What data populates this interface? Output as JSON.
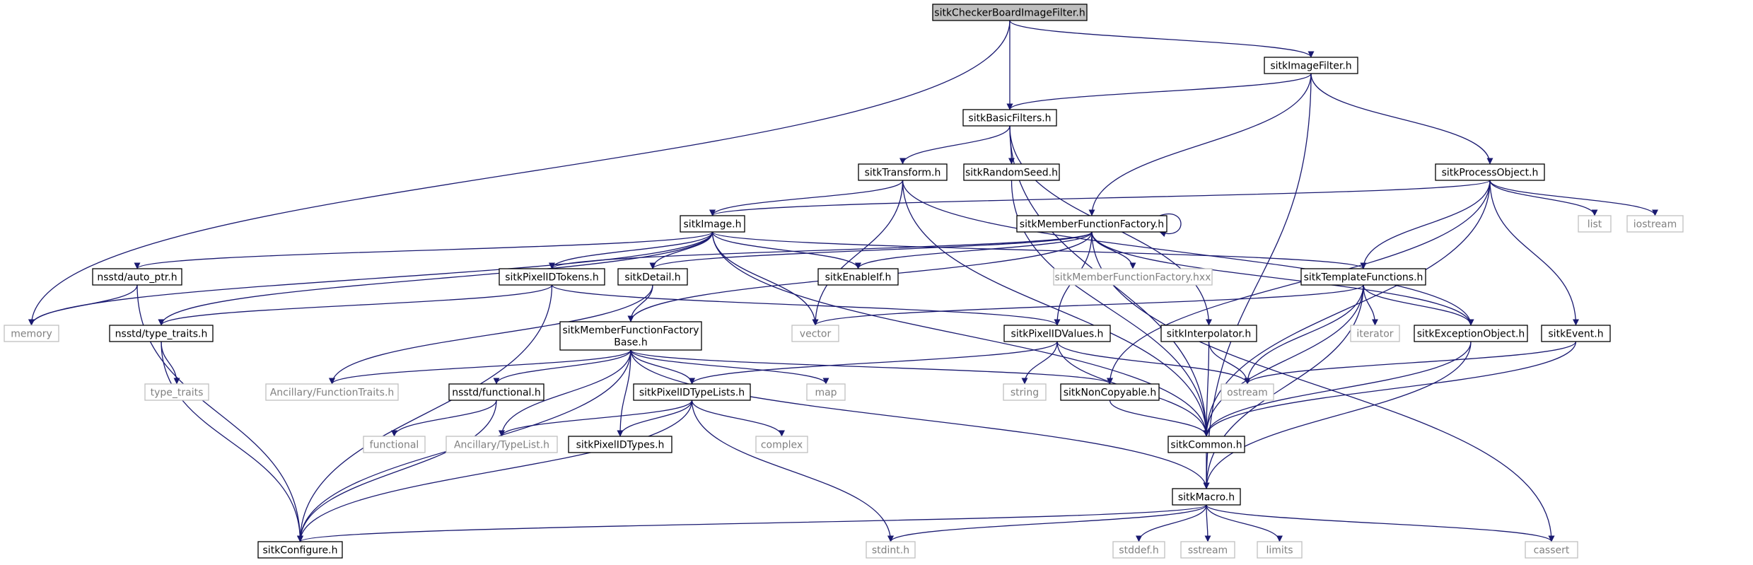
{
  "colors": {
    "edge": "#191970",
    "root_fill": "#bfbfbf",
    "node_border": "#000000",
    "external_border": "#bfbfbf",
    "external_text": "#808080",
    "text": "#000000"
  },
  "nodes": [
    {
      "id": "root",
      "label": "sitkCheckerBoardImageFilter.h",
      "style": "root"
    },
    {
      "id": "ImageFilter",
      "label": "sitkImageFilter.h",
      "style": "internal"
    },
    {
      "id": "BasicFilters",
      "label": "sitkBasicFilters.h",
      "style": "internal"
    },
    {
      "id": "ProcessObject",
      "label": "sitkProcessObject.h",
      "style": "internal"
    },
    {
      "id": "Transform",
      "label": "sitkTransform.h",
      "style": "internal"
    },
    {
      "id": "RandomSeed",
      "label": "sitkRandomSeed.h",
      "style": "internal"
    },
    {
      "id": "MemberFunctionFactory",
      "label": "sitkMemberFunctionFactory.h",
      "style": "internal"
    },
    {
      "id": "Image",
      "label": "sitkImage.h",
      "style": "internal"
    },
    {
      "id": "list",
      "label": "list",
      "style": "external"
    },
    {
      "id": "iostream",
      "label": "iostream",
      "style": "external"
    },
    {
      "id": "auto_ptr",
      "label": "nsstd/auto_ptr.h",
      "style": "internal"
    },
    {
      "id": "PixelIDTokens",
      "label": "sitkPixelIDTokens.h",
      "style": "internal"
    },
    {
      "id": "Detail",
      "label": "sitkDetail.h",
      "style": "internal"
    },
    {
      "id": "EnableIf",
      "label": "sitkEnableIf.h",
      "style": "internal"
    },
    {
      "id": "MFFhxx",
      "label": "sitkMemberFunctionFactory.hxx",
      "style": "external"
    },
    {
      "id": "TemplateFunctions",
      "label": "sitkTemplateFunctions.h",
      "style": "internal"
    },
    {
      "id": "memory",
      "label": "memory",
      "style": "external"
    },
    {
      "id": "type_traits_h",
      "label": "nsstd/type_traits.h",
      "style": "internal"
    },
    {
      "id": "MFFBase",
      "label": [
        "sitkMemberFunctionFactory",
        "Base.h"
      ],
      "style": "internal"
    },
    {
      "id": "vector",
      "label": "vector",
      "style": "external"
    },
    {
      "id": "PixelIDValues",
      "label": "sitkPixelIDValues.h",
      "style": "internal"
    },
    {
      "id": "Interpolator",
      "label": "sitkInterpolator.h",
      "style": "internal"
    },
    {
      "id": "iterator",
      "label": "iterator",
      "style": "external"
    },
    {
      "id": "ExceptionObject",
      "label": "sitkExceptionObject.h",
      "style": "internal"
    },
    {
      "id": "Event",
      "label": "sitkEvent.h",
      "style": "internal"
    },
    {
      "id": "type_traits",
      "label": "type_traits",
      "style": "external"
    },
    {
      "id": "FunctionTraits",
      "label": "Ancillary/FunctionTraits.h",
      "style": "external"
    },
    {
      "id": "functional_h",
      "label": "nsstd/functional.h",
      "style": "internal"
    },
    {
      "id": "PixelIDTypeLists",
      "label": "sitkPixelIDTypeLists.h",
      "style": "internal"
    },
    {
      "id": "map",
      "label": "map",
      "style": "external"
    },
    {
      "id": "string",
      "label": "string",
      "style": "external"
    },
    {
      "id": "NonCopyable",
      "label": "sitkNonCopyable.h",
      "style": "internal"
    },
    {
      "id": "ostream",
      "label": "ostream",
      "style": "external"
    },
    {
      "id": "functional",
      "label": "functional",
      "style": "external"
    },
    {
      "id": "TypeList",
      "label": "Ancillary/TypeList.h",
      "style": "external"
    },
    {
      "id": "PixelIDTypes",
      "label": "sitkPixelIDTypes.h",
      "style": "internal"
    },
    {
      "id": "complex",
      "label": "complex",
      "style": "external"
    },
    {
      "id": "Common",
      "label": "sitkCommon.h",
      "style": "internal"
    },
    {
      "id": "Macro",
      "label": "sitkMacro.h",
      "style": "internal"
    },
    {
      "id": "Configure",
      "label": "sitkConfigure.h",
      "style": "internal"
    },
    {
      "id": "stdint",
      "label": "stdint.h",
      "style": "external"
    },
    {
      "id": "stddef",
      "label": "stddef.h",
      "style": "external"
    },
    {
      "id": "sstream",
      "label": "sstream",
      "style": "external"
    },
    {
      "id": "limits",
      "label": "limits",
      "style": "external"
    },
    {
      "id": "cassert",
      "label": "cassert",
      "style": "external"
    }
  ],
  "edges": [
    [
      "root",
      "memory"
    ],
    [
      "root",
      "BasicFilters"
    ],
    [
      "root",
      "ImageFilter"
    ],
    [
      "ImageFilter",
      "BasicFilters"
    ],
    [
      "ImageFilter",
      "MemberFunctionFactory"
    ],
    [
      "ImageFilter",
      "ProcessObject"
    ],
    [
      "ImageFilter",
      "Macro"
    ],
    [
      "BasicFilters",
      "Transform"
    ],
    [
      "BasicFilters",
      "RandomSeed"
    ],
    [
      "BasicFilters",
      "Interpolator"
    ],
    [
      "BasicFilters",
      "Common"
    ],
    [
      "Transform",
      "Image"
    ],
    [
      "Transform",
      "vector"
    ],
    [
      "Transform",
      "Common"
    ],
    [
      "Transform",
      "ExceptionObject"
    ],
    [
      "RandomSeed",
      "Common"
    ],
    [
      "ProcessObject",
      "Image"
    ],
    [
      "ProcessObject",
      "list"
    ],
    [
      "ProcessObject",
      "iostream"
    ],
    [
      "ProcessObject",
      "TemplateFunctions"
    ],
    [
      "ProcessObject",
      "Event"
    ],
    [
      "ProcessObject",
      "NonCopyable"
    ],
    [
      "ProcessObject",
      "Common"
    ],
    [
      "MemberFunctionFactory",
      "MemberFunctionFactory"
    ],
    [
      "MemberFunctionFactory",
      "PixelIDTokens"
    ],
    [
      "MemberFunctionFactory",
      "Detail"
    ],
    [
      "MemberFunctionFactory",
      "EnableIf"
    ],
    [
      "MemberFunctionFactory",
      "MFFhxx"
    ],
    [
      "MemberFunctionFactory",
      "MFFBase"
    ],
    [
      "MemberFunctionFactory",
      "PixelIDValues"
    ],
    [
      "MemberFunctionFactory",
      "ExceptionObject"
    ],
    [
      "MemberFunctionFactory",
      "cassert"
    ],
    [
      "Image",
      "memory"
    ],
    [
      "Image",
      "auto_ptr"
    ],
    [
      "Image",
      "PixelIDTokens"
    ],
    [
      "Image",
      "Detail"
    ],
    [
      "Image",
      "EnableIf"
    ],
    [
      "Image",
      "vector"
    ],
    [
      "Image",
      "TemplateFunctions"
    ],
    [
      "Image",
      "type_traits_h"
    ],
    [
      "Image",
      "Common"
    ],
    [
      "auto_ptr",
      "memory"
    ],
    [
      "auto_ptr",
      "Configure"
    ],
    [
      "PixelIDTokens",
      "type_traits_h"
    ],
    [
      "PixelIDTokens",
      "Configure"
    ],
    [
      "PixelIDTokens",
      "PixelIDValues"
    ],
    [
      "Detail",
      "MFFBase"
    ],
    [
      "Detail",
      "FunctionTraits"
    ],
    [
      "TemplateFunctions",
      "vector"
    ],
    [
      "TemplateFunctions",
      "iterator"
    ],
    [
      "TemplateFunctions",
      "ExceptionObject"
    ],
    [
      "TemplateFunctions",
      "ostream"
    ],
    [
      "TemplateFunctions",
      "Common"
    ],
    [
      "TemplateFunctions",
      "Macro"
    ],
    [
      "type_traits_h",
      "type_traits"
    ],
    [
      "type_traits_h",
      "Configure"
    ],
    [
      "MFFBase",
      "FunctionTraits"
    ],
    [
      "MFFBase",
      "functional_h"
    ],
    [
      "MFFBase",
      "PixelIDTypeLists"
    ],
    [
      "MFFBase",
      "PixelIDTypes"
    ],
    [
      "MFFBase",
      "TypeList"
    ],
    [
      "MFFBase",
      "map"
    ],
    [
      "MFFBase",
      "NonCopyable"
    ],
    [
      "MFFBase",
      "Macro"
    ],
    [
      "MFFBase",
      "Configure"
    ],
    [
      "PixelIDValues",
      "PixelIDTypeLists"
    ],
    [
      "PixelIDValues",
      "string"
    ],
    [
      "PixelIDValues",
      "ostream"
    ],
    [
      "PixelIDValues",
      "Common"
    ],
    [
      "Interpolator",
      "ostream"
    ],
    [
      "Interpolator",
      "Common"
    ],
    [
      "ExceptionObject",
      "Common"
    ],
    [
      "ExceptionObject",
      "Macro"
    ],
    [
      "Event",
      "ostream"
    ],
    [
      "Event",
      "Common"
    ],
    [
      "functional_h",
      "functional"
    ],
    [
      "functional_h",
      "Configure"
    ],
    [
      "PixelIDTypeLists",
      "TypeList"
    ],
    [
      "PixelIDTypeLists",
      "PixelIDTypes"
    ],
    [
      "PixelIDTypeLists",
      "complex"
    ],
    [
      "PixelIDTypeLists",
      "stdint"
    ],
    [
      "PixelIDTypeLists",
      "Configure"
    ],
    [
      "NonCopyable",
      "Common"
    ],
    [
      "Common",
      "Macro"
    ],
    [
      "Macro",
      "Configure"
    ],
    [
      "Macro",
      "stdint"
    ],
    [
      "Macro",
      "stddef"
    ],
    [
      "Macro",
      "sstream"
    ],
    [
      "Macro",
      "limits"
    ],
    [
      "Macro",
      "cassert"
    ]
  ]
}
